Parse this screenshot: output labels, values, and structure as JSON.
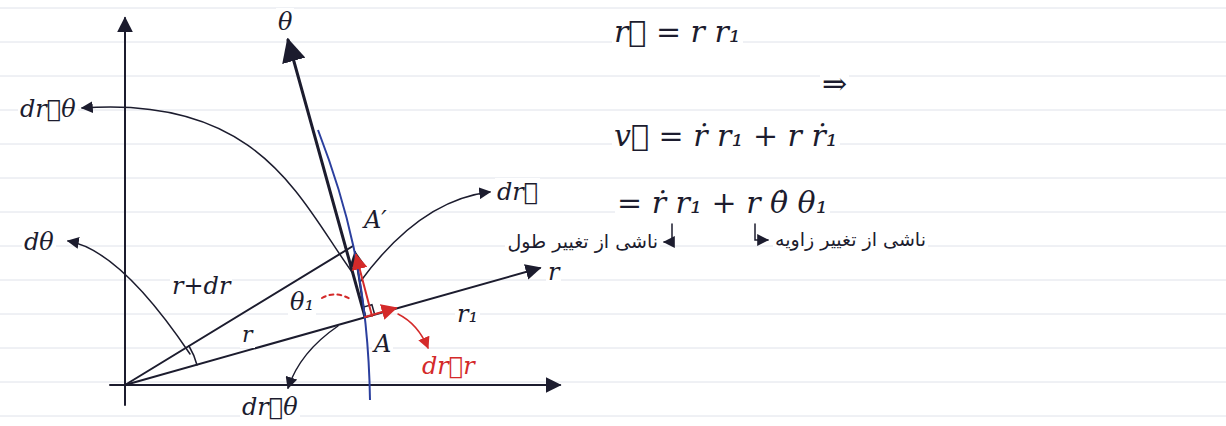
{
  "diagram": {
    "labels": [
      "θ",
      "dr⃗θ",
      "A′",
      "dr⃗",
      "r",
      "r₁",
      "r+dr",
      "θ₁",
      "A",
      "dθ",
      "r",
      "dr⃗θ",
      "dr⃗r",
      "r⃗ = r r₁",
      "⇒",
      "v⃗ = ṙ r₁ + r ṙ₁",
      "= ṙ r₁ + r θ̇ θ₁",
      "ناشی از تغییر طول",
      "ناشی از تغییر زاویه"
    ]
  }
}
